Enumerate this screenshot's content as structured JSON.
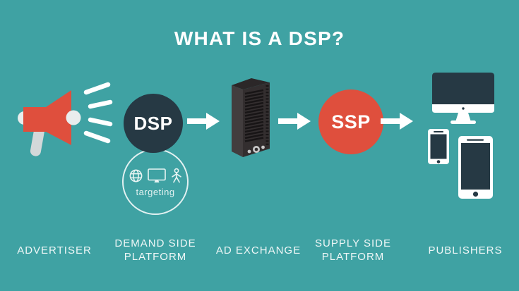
{
  "title": "WHAT IS A DSP?",
  "colors": {
    "background": "#3FA2A3",
    "accent_red": "#DF4F3D",
    "dark_navy": "#263944",
    "server_dark": "#332E2F",
    "white": "#FFFFFF",
    "light_gray": "#D3D8D9"
  },
  "nodes": [
    {
      "id": "advertiser",
      "icon": "megaphone-icon",
      "label": "ADVERTISER"
    },
    {
      "id": "demand-side-platform",
      "badge": "DSP",
      "tag": "targeting",
      "tag_icons": [
        "globe-icon",
        "monitor-icon",
        "person-icon"
      ],
      "label_line1": "DEMAND SIDE",
      "label_line2": "PLATFORM"
    },
    {
      "id": "ad-exchange",
      "icon": "server-icon",
      "label": "AD EXCHANGE"
    },
    {
      "id": "supply-side-platform",
      "badge": "SSP",
      "label_line1": "SUPPLY SIDE",
      "label_line2": "PLATFORM"
    },
    {
      "id": "publishers",
      "icon": "devices-icon",
      "label": "PUBLISHERS"
    }
  ],
  "arrows": [
    "arrow-right-icon",
    "arrow-right-icon",
    "arrow-right-icon"
  ]
}
